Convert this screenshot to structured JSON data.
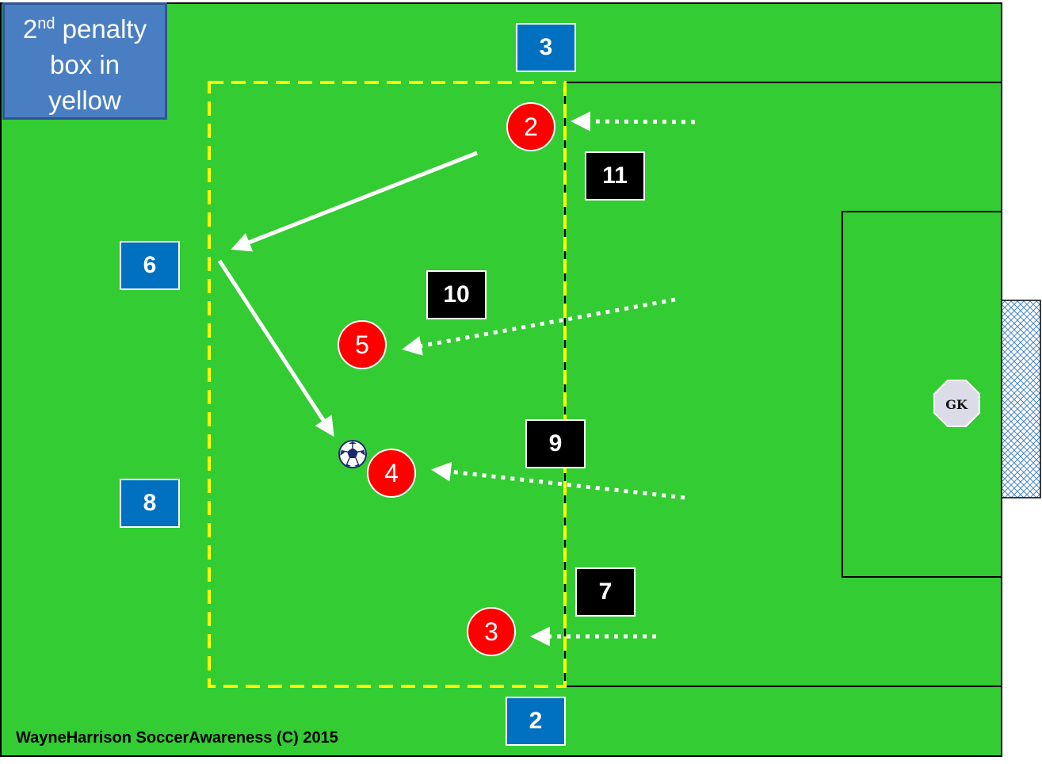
{
  "title": {
    "line1_main": "2",
    "line1_sup": "nd",
    "line1_rest": " penalty",
    "line2": "box in",
    "line3": "yellow"
  },
  "footer": "WayneHarrison SoccerAwareness (C) 2015",
  "colors": {
    "pitch": "#33cc33",
    "penalty_box_outline": "#ffff00",
    "attackers": "#ff0000",
    "blue_team": "#0070c0",
    "black_team": "#000000",
    "goalkeeper": "#dcdce8"
  },
  "players": {
    "blue": [
      "3",
      "6",
      "8",
      "2"
    ],
    "black": [
      "11",
      "10",
      "9",
      "7"
    ],
    "red": [
      "2",
      "5",
      "4",
      "3"
    ],
    "goalkeeper": "GK"
  },
  "icons": {
    "ball": "soccer-ball-icon",
    "goal": "goal-net-icon"
  }
}
